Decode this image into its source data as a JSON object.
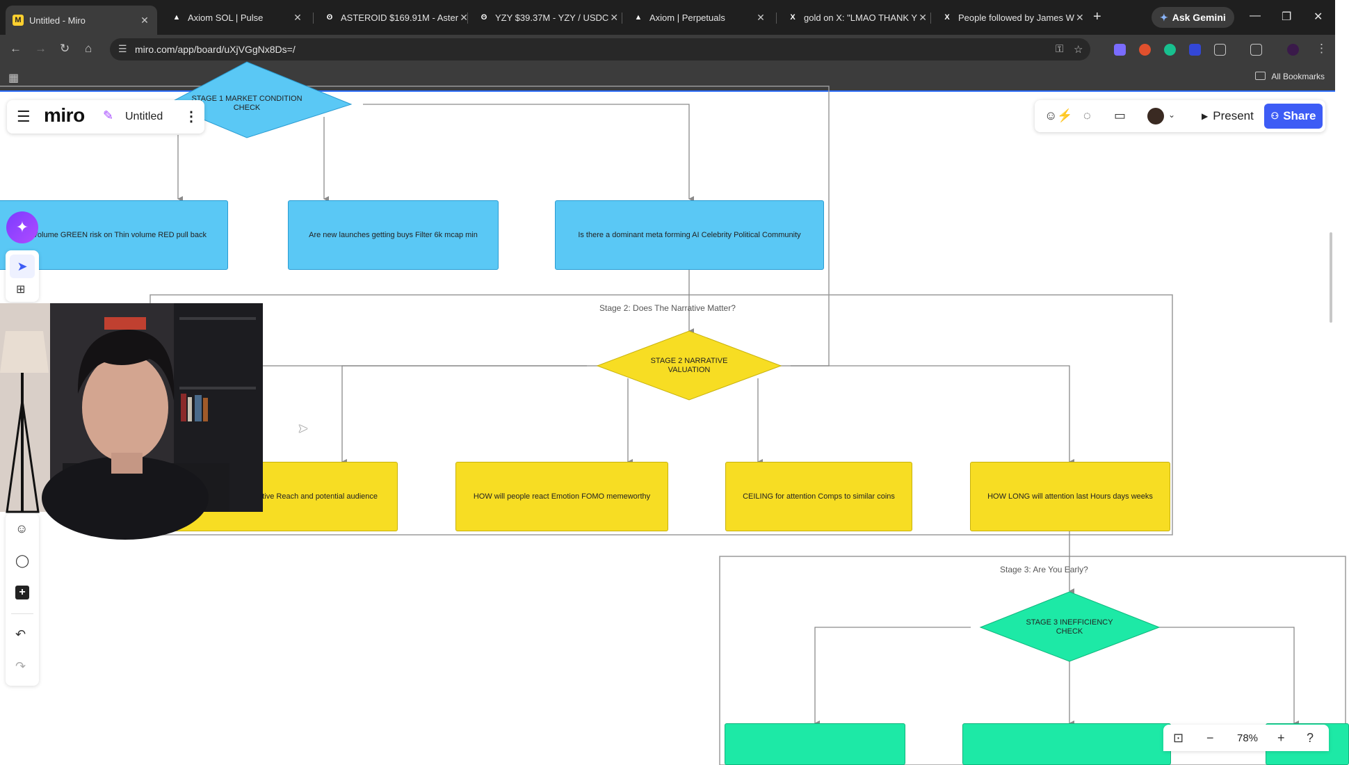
{
  "browser": {
    "tabs": [
      {
        "title": "Untitled - Miro",
        "icon": "miro-favicon",
        "active": true
      },
      {
        "title": "Axiom SOL | Pulse",
        "icon": "axiom-icon"
      },
      {
        "title": "ASTEROID $169.91M - Aster",
        "icon": "dexscreener-icon"
      },
      {
        "title": "YZY $39.37M - YZY / USDC",
        "icon": "dexscreener-icon"
      },
      {
        "title": "Axiom | Perpetuals",
        "icon": "axiom-icon"
      },
      {
        "title": "gold on X: \"LMAO THANK Y",
        "icon": "x-icon"
      },
      {
        "title": "People followed by James W",
        "icon": "x-icon"
      }
    ],
    "gemini_label": "Ask Gemini",
    "url": "miro.com/app/board/uXjVGgNx8Ds=/",
    "bookmarks_label": "All Bookmarks"
  },
  "miro": {
    "logo": "miro",
    "board_name": "Untitled",
    "present_label": "Present",
    "share_label": "Share",
    "zoom": "78%"
  },
  "flowchart": {
    "stage1": {
      "decision": "STAGE 1 MARKET CONDITION CHECK",
      "boxes": [
        "Volume GREEN risk on Thin volume RED pull back",
        "Are new launches getting buys Filter 6k mcap min",
        "Is there a dominant meta forming AI Celebrity Political Community"
      ]
    },
    "stage2": {
      "title": "Stage 2: Does The Narrative Matter?",
      "decision": "STAGE 2 NARRATIVE VALUATION",
      "boxes": [
        "Narrative Reach and potential audience",
        "HOW will people react Emotion FOMO memeworthy",
        "CEILING for attention Comps to similar coins",
        "HOW LONG will attention last Hours days weeks"
      ]
    },
    "stage3": {
      "title": "Stage 3: Are You Early?",
      "decision": "STAGE 3 INEFFICIENCY CHECK"
    }
  },
  "colors": {
    "stage1": "#5ac8f5",
    "stage2": "#f7dd23",
    "stage3": "#1de9a6",
    "share": "#3d5cf5"
  }
}
